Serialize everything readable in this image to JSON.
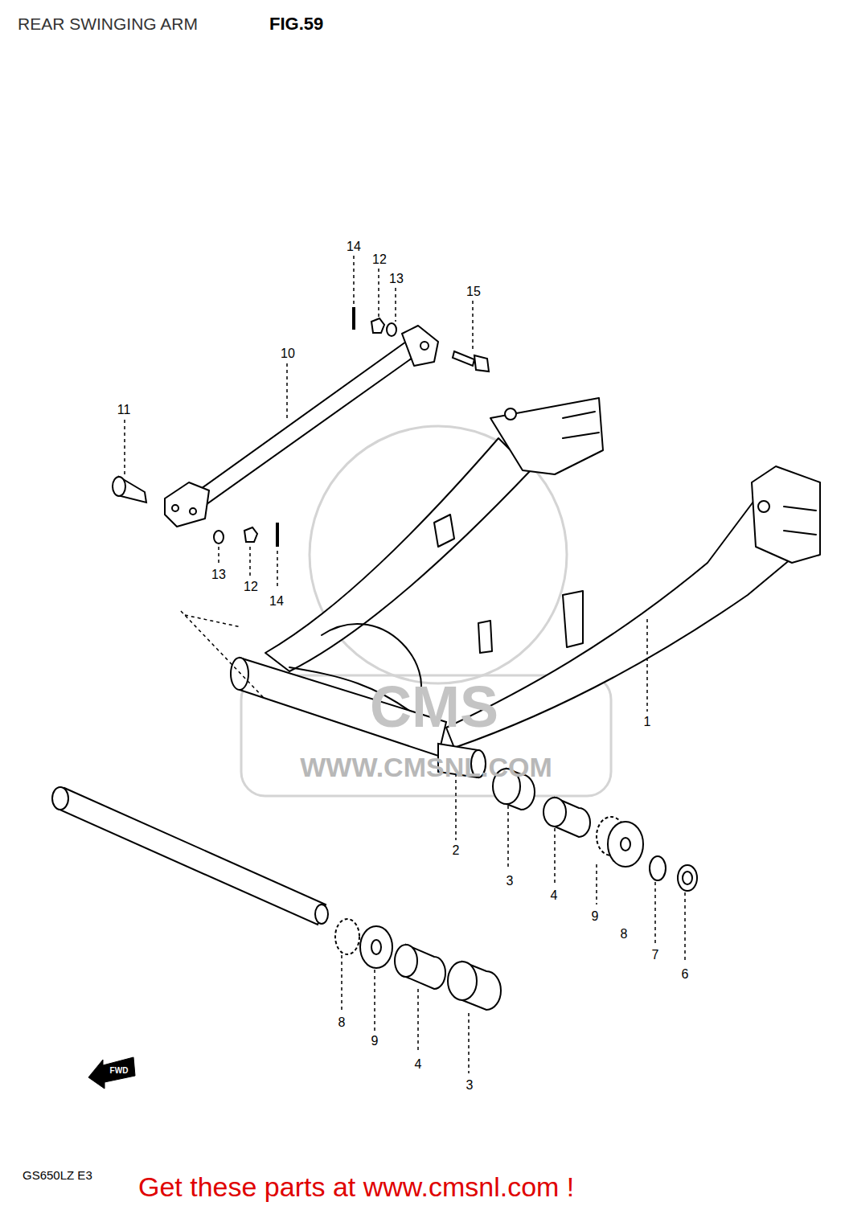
{
  "diagram": {
    "title": "REAR SWINGING ARM",
    "caption": "Get these parts at www.cmsnl.com !",
    "labels": [
      "FIG.59",
      "14",
      "12",
      "13",
      "15",
      "10",
      "11",
      "13",
      "12",
      "14",
      "1",
      "2",
      "3",
      "4",
      "9",
      "8",
      "7",
      "6",
      "8",
      "9",
      "4",
      "3",
      "FWD",
      "CMS",
      "WWW.CMSNL.COM",
      "GS650LZ E3"
    ]
  }
}
